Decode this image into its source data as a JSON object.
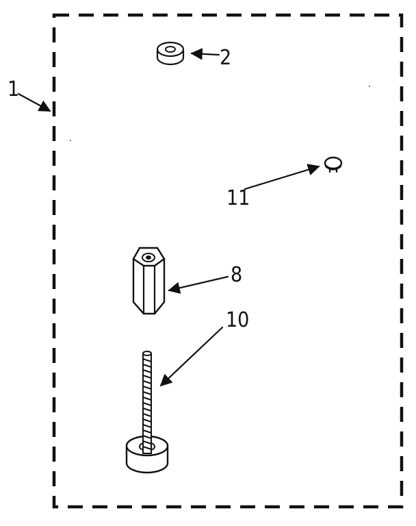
{
  "diagram": {
    "type": "exploded-parts-diagram",
    "callouts": {
      "kit": "1",
      "washer": "2",
      "clip": "11",
      "nut": "8",
      "bolt": "10"
    },
    "parts": [
      "kit-boundary",
      "washer",
      "clip",
      "hex-spacer-nut",
      "threaded-bolt-with-washer"
    ]
  }
}
